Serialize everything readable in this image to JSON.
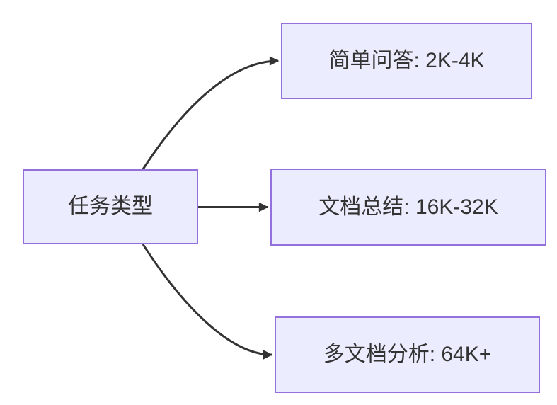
{
  "diagram": {
    "type": "flowchart-LR",
    "background": "#FFFFFF",
    "node_style": {
      "fill": "#ECECFF",
      "border": "#9370DB",
      "text_color": "#333333"
    },
    "edge_style": {
      "color": "#333333",
      "arrowhead": "solid-triangle"
    },
    "root": {
      "id": "task-type",
      "label": "任务类型"
    },
    "branches": [
      {
        "id": "simple-qa",
        "label": "简单问答: 2K-4K"
      },
      {
        "id": "doc-summary",
        "label": "文档总结: 16K-32K"
      },
      {
        "id": "multi-doc-analysis",
        "label": "多文档分析: 64K+"
      }
    ],
    "edges": [
      {
        "from": "task-type",
        "to": "simple-qa"
      },
      {
        "from": "task-type",
        "to": "doc-summary"
      },
      {
        "from": "task-type",
        "to": "multi-doc-analysis"
      }
    ]
  }
}
